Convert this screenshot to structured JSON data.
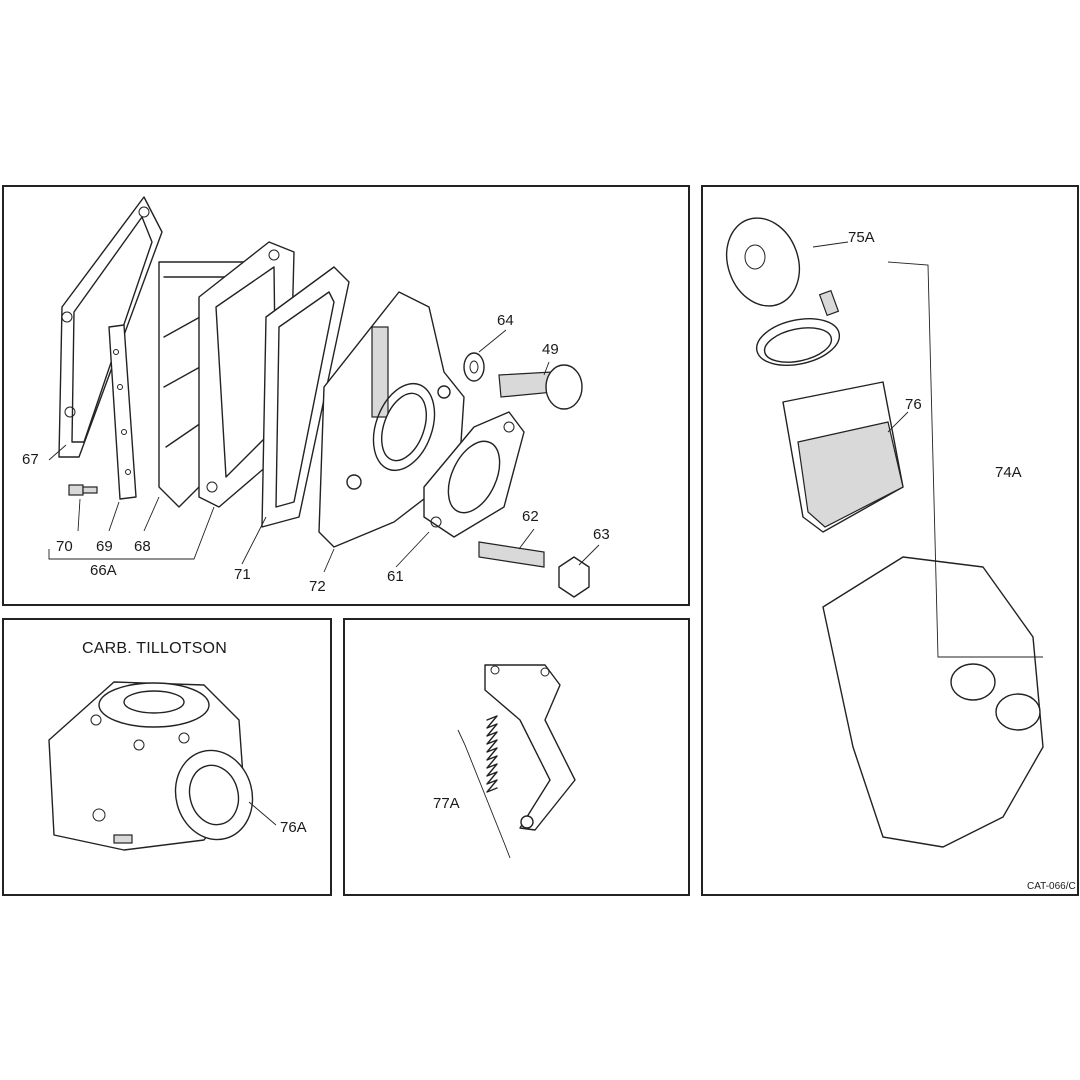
{
  "reed_panel": {
    "callouts": {
      "c67": "67",
      "c70": "70",
      "c69": "69",
      "c68": "68",
      "c66a": "66A",
      "c71": "71",
      "c72": "72",
      "c61": "61",
      "c62": "62",
      "c63": "63",
      "c64": "64",
      "c49": "49"
    }
  },
  "carb_panel": {
    "title": "CARB. TILLOTSON",
    "callouts": {
      "c76a": "76A"
    }
  },
  "throttle_panel": {
    "callouts": {
      "c77a": "77A"
    }
  },
  "filter_panel": {
    "callouts": {
      "c75a": "75A",
      "c76": "76",
      "c74a": "74A"
    },
    "catalog_code": "CAT-066/C"
  },
  "colors": {
    "line": "#222222",
    "background": "#ffffff",
    "shade": "#d9d9d9"
  }
}
